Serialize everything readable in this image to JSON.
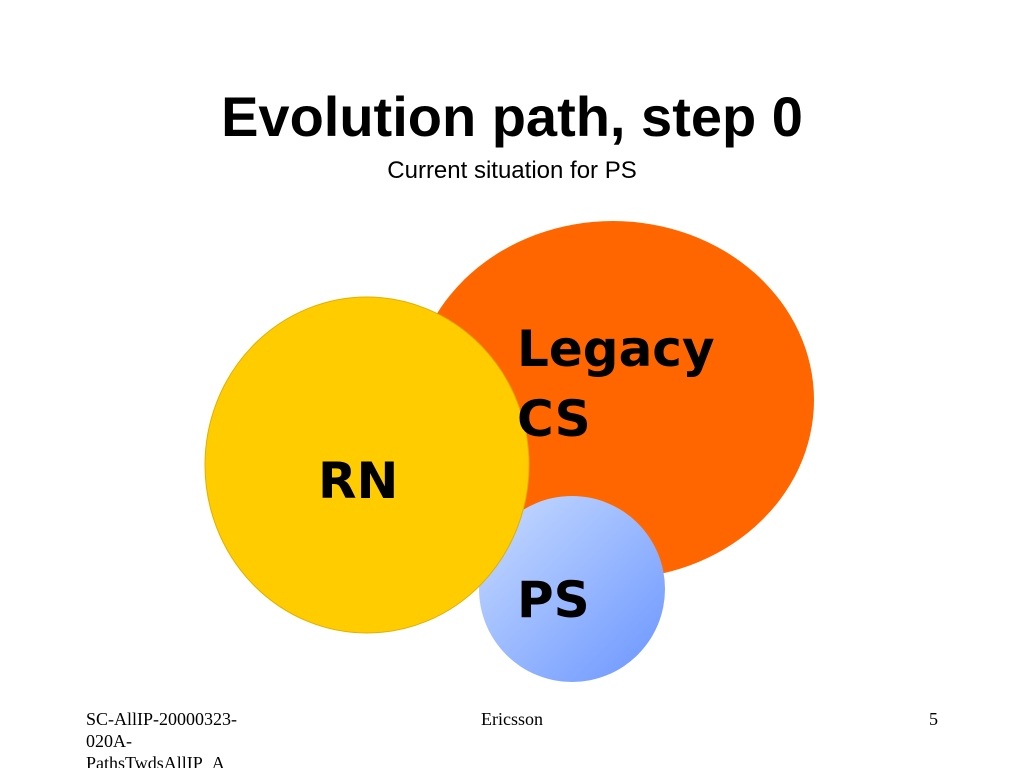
{
  "slide": {
    "title": "Evolution path, step 0",
    "subtitle": "Current situation for PS"
  },
  "diagram": {
    "circles": [
      {
        "label_lines": [
          "Legacy",
          "CS"
        ],
        "color": "#FF6600"
      },
      {
        "label_lines": [
          "RN"
        ],
        "color": "#FFCC00"
      },
      {
        "label_lines": [
          "PS"
        ],
        "gradient": [
          "#C9DCFF",
          "#6A95FF"
        ]
      }
    ]
  },
  "footer": {
    "left_lines": [
      "SC-AllIP-20000323-",
      "020A-",
      "PathsTwdsAllIP_A"
    ],
    "center": "Ericsson",
    "page_number": "5"
  }
}
